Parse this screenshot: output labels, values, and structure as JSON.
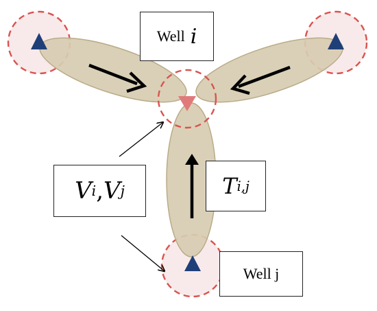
{
  "labels": {
    "well_i": {
      "prefix": "Well",
      "var": "i"
    },
    "well_j": "Well j",
    "volumes": {
      "v1": "V",
      "s1": "i",
      "sep": ", ",
      "v2": "V",
      "s2": "j"
    },
    "transfer": {
      "var": "T",
      "sub": "i,j"
    }
  },
  "colors": {
    "ellipse_fill": "#d7ccb1",
    "ellipse_stroke": "#b9ab88",
    "dashed_circle": "#d9534f",
    "circle_fill": "#f6e3e3",
    "well_marker": "#1f3f78",
    "hub_marker": "#e07a7a",
    "arrow": "#000000"
  },
  "icons": {
    "well_marker": "triangle-up",
    "hub_marker": "triangle-down"
  }
}
